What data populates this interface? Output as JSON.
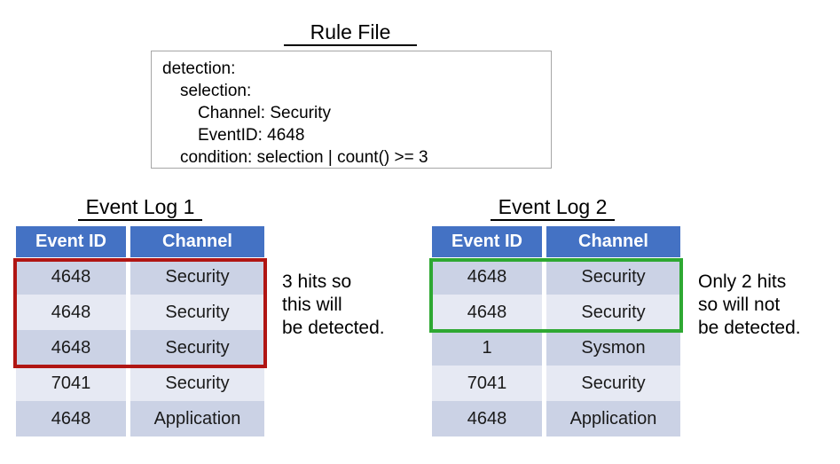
{
  "rule_section": {
    "title": "Rule File",
    "lines": [
      {
        "text": "detection:",
        "indent": 0
      },
      {
        "text": "selection:",
        "indent": 1
      },
      {
        "text": "Channel: Security",
        "indent": 2
      },
      {
        "text": "EventID: 4648",
        "indent": 2
      },
      {
        "text": "condition: selection | count() >= 3",
        "indent": 1
      }
    ]
  },
  "logs": [
    {
      "title": "Event Log 1",
      "columns": [
        "Event ID",
        "Channel"
      ],
      "rows": [
        {
          "event_id": "4648",
          "channel": "Security"
        },
        {
          "event_id": "4648",
          "channel": "Security"
        },
        {
          "event_id": "4648",
          "channel": "Security"
        },
        {
          "event_id": "7041",
          "channel": "Security"
        },
        {
          "event_id": "4648",
          "channel": "Application"
        }
      ],
      "highlight": {
        "rows": 3,
        "color": "#B01513"
      },
      "annotation": "3 hits so\nthis will\nbe detected."
    },
    {
      "title": "Event Log 2",
      "columns": [
        "Event ID",
        "Channel"
      ],
      "rows": [
        {
          "event_id": "4648",
          "channel": "Security"
        },
        {
          "event_id": "4648",
          "channel": "Security"
        },
        {
          "event_id": "1",
          "channel": "Sysmon"
        },
        {
          "event_id": "7041",
          "channel": "Security"
        },
        {
          "event_id": "4648",
          "channel": "Application"
        }
      ],
      "highlight": {
        "rows": 2,
        "color": "#2EA832"
      },
      "annotation": "Only 2 hits\nso will not\nbe detected."
    }
  ],
  "colors": {
    "header_blue": "#4472C4",
    "row_dark": "#CBD2E5",
    "row_light": "#E6E9F3",
    "highlight_red": "#B01513",
    "highlight_green": "#2EA832",
    "box_border": "#a6a6a6"
  }
}
